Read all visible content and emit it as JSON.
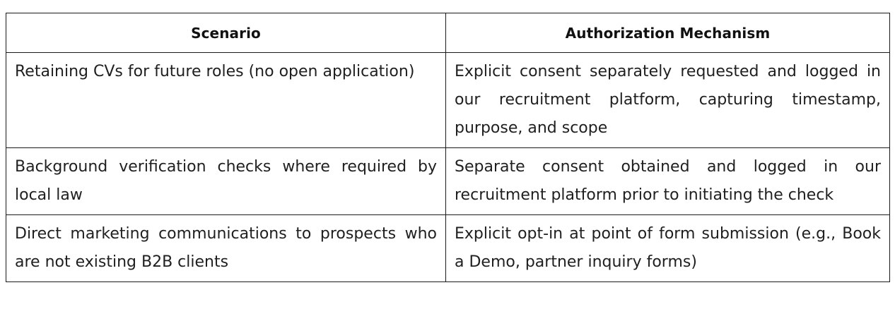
{
  "table": {
    "headers": {
      "scenario": "Scenario",
      "mechanism": "Authorization Mechanism"
    },
    "rows": [
      {
        "scenario": "Retaining CVs for future roles (no open application)",
        "mechanism": "Explicit consent separately requested and logged in our recruitment platform, capturing timestamp, purpose, and scope"
      },
      {
        "scenario": "Background verification checks where required by local law",
        "mechanism": "Separate consent obtained and logged in our recruitment platform prior to initiating the check"
      },
      {
        "scenario": "Direct marketing communications to prospects who are not existing B2B clients",
        "mechanism": "Explicit opt-in at point of form submission (e.g., Book a Demo, partner inquiry forms)"
      }
    ]
  },
  "colors": {
    "border": "#1a1a1a",
    "text": "#1f1f1f",
    "background": "#ffffff"
  }
}
